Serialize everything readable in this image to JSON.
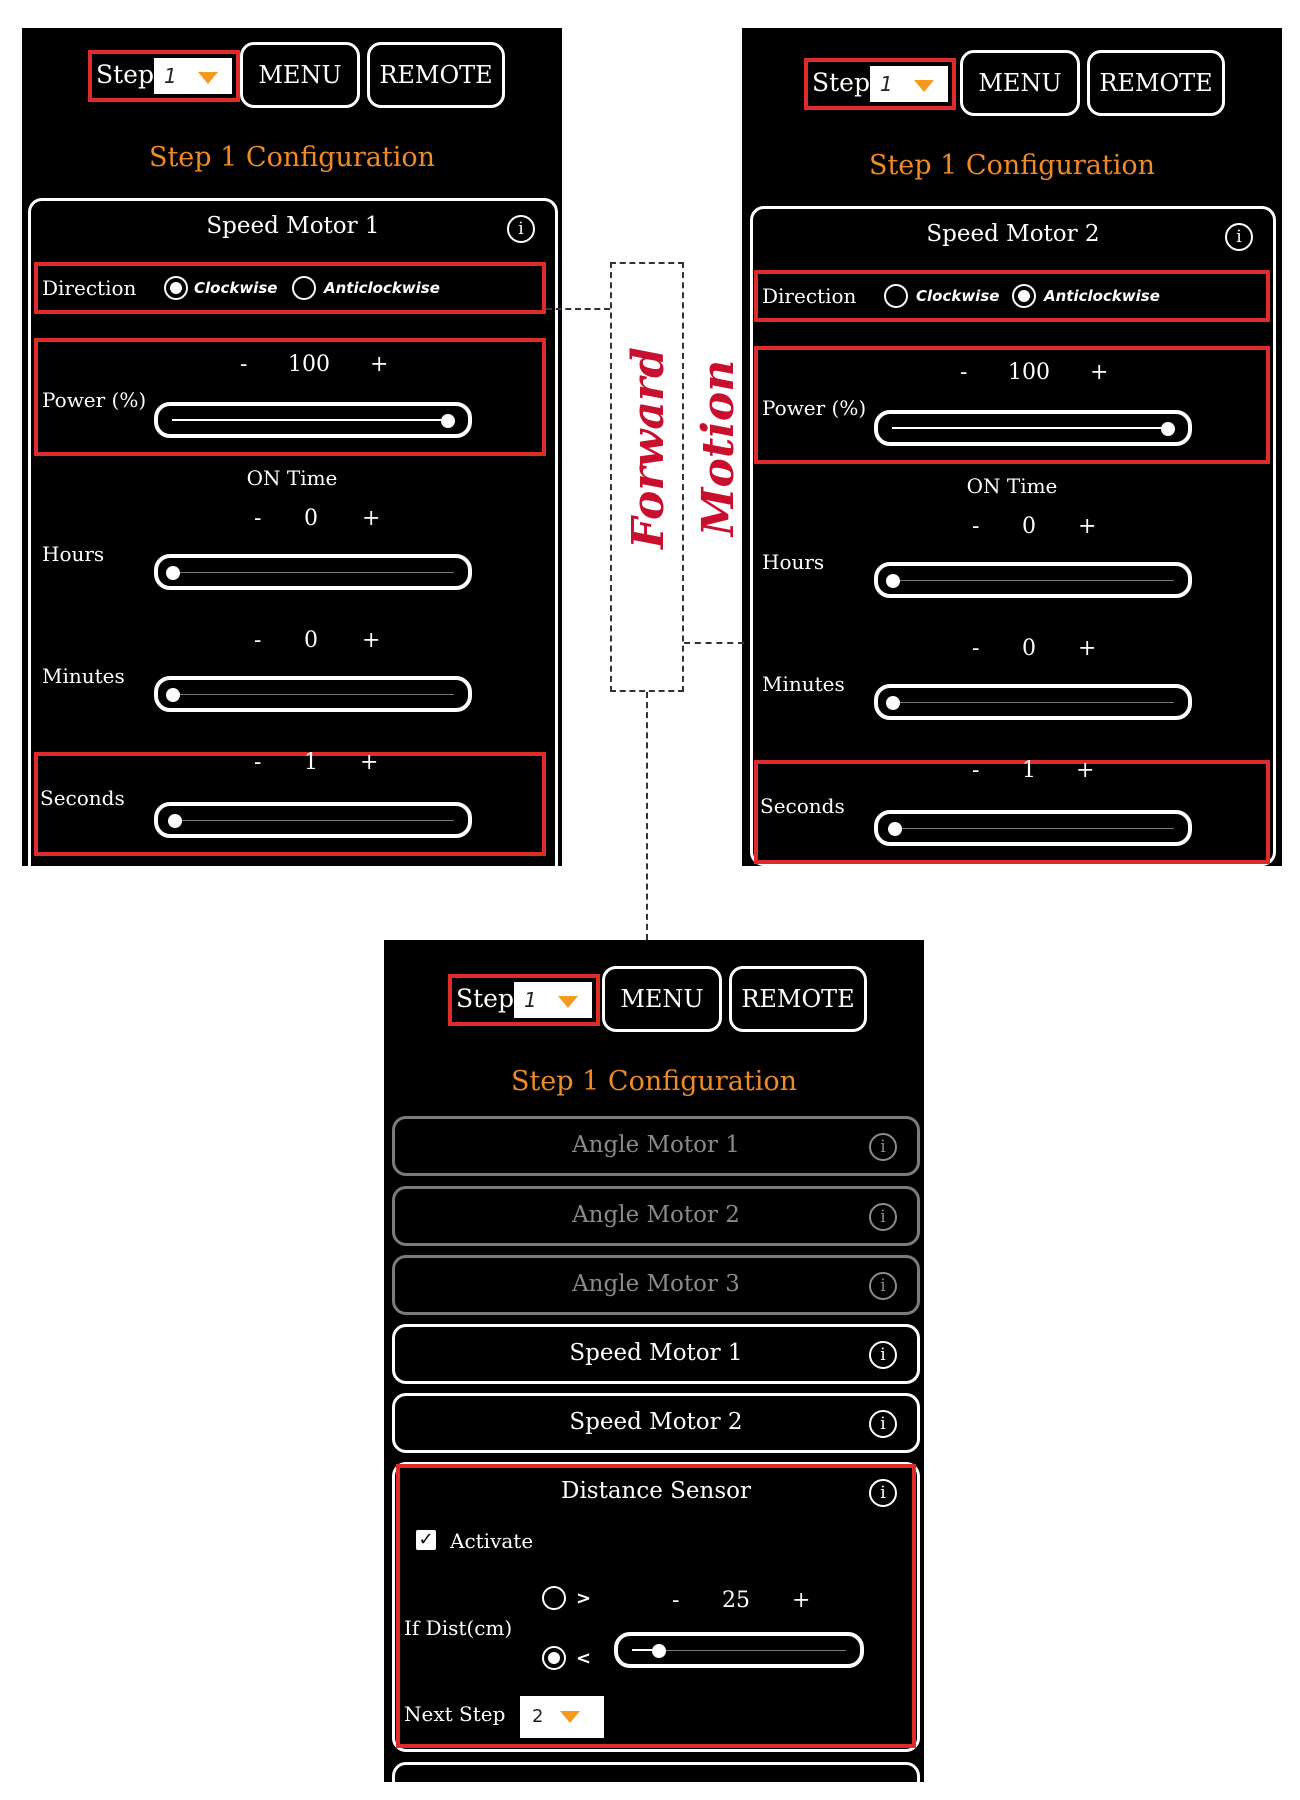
{
  "banner": {
    "text": "Forward Motion"
  },
  "panel1": {
    "step_label": "Step",
    "step_value": "1",
    "menu": "MENU",
    "remote": "REMOTE",
    "heading": "Step 1 Configuration",
    "card_title": "Speed Motor 1",
    "info": "i",
    "direction_label": "Direction",
    "opt_cw": "Clockwise",
    "opt_acw": "Anticlockwise",
    "selected_direction": "Clockwise",
    "power_label": "Power (%)",
    "minus": "-",
    "plus": "+",
    "power_value": "100",
    "on_time": "ON Time",
    "hours_label": "Hours",
    "hours_value": "0",
    "minutes_label": "Minutes",
    "minutes_value": "0",
    "seconds_label": "Seconds",
    "seconds_value": "1"
  },
  "panel2": {
    "step_label": "Step",
    "step_value": "1",
    "menu": "MENU",
    "remote": "REMOTE",
    "heading": "Step 1 Configuration",
    "card_title": "Speed Motor 2",
    "info": "i",
    "direction_label": "Direction",
    "opt_cw": "Clockwise",
    "opt_acw": "Anticlockwise",
    "selected_direction": "Anticlockwise",
    "power_label": "Power (%)",
    "minus": "-",
    "plus": "+",
    "power_value": "100",
    "on_time": "ON Time",
    "hours_label": "Hours",
    "hours_value": "0",
    "minutes_label": "Minutes",
    "minutes_value": "0",
    "seconds_label": "Seconds",
    "seconds_value": "1"
  },
  "panel3": {
    "step_label": "Step",
    "step_value": "1",
    "menu": "MENU",
    "remote": "REMOTE",
    "heading": "Step 1 Configuration",
    "info": "i",
    "cards": [
      "Angle Motor 1",
      "Angle Motor 2",
      "Angle Motor 3",
      "Speed Motor 1",
      "Speed Motor 2"
    ],
    "sensor_title": "Distance Sensor",
    "activate_label": "Activate",
    "activate_checked": true,
    "gt": ">",
    "lt": "<",
    "selected_comparator": "<",
    "if_dist_label": "If Dist(cm)",
    "minus": "-",
    "plus": "+",
    "dist_value": "25",
    "next_step_label": "Next Step",
    "next_step_value": "2"
  },
  "colors": {
    "accent": "#f08a24",
    "highlight": "#e02b2b",
    "banner": "#c8102e",
    "dropdown_arrow": "#f59a1e"
  }
}
